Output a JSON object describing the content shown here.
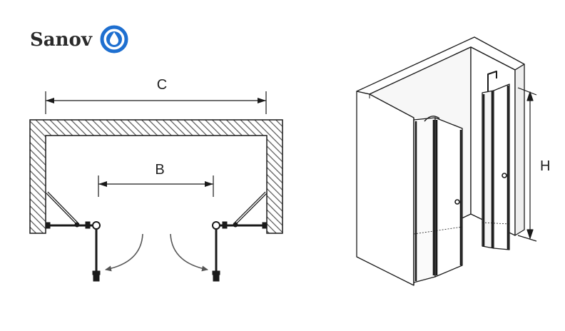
{
  "brand": {
    "name_prefix": "Sanov",
    "name_suffix": "o",
    "accent_color": "#1e6fd0",
    "icon": "water-drop-icon"
  },
  "plan_view": {
    "dimension_overall": "C",
    "dimension_opening": "B"
  },
  "iso_view": {
    "dimension_height": "H"
  },
  "colors": {
    "line": "#1a1a1a",
    "hatch": "#555555",
    "arrow": "#555555"
  }
}
